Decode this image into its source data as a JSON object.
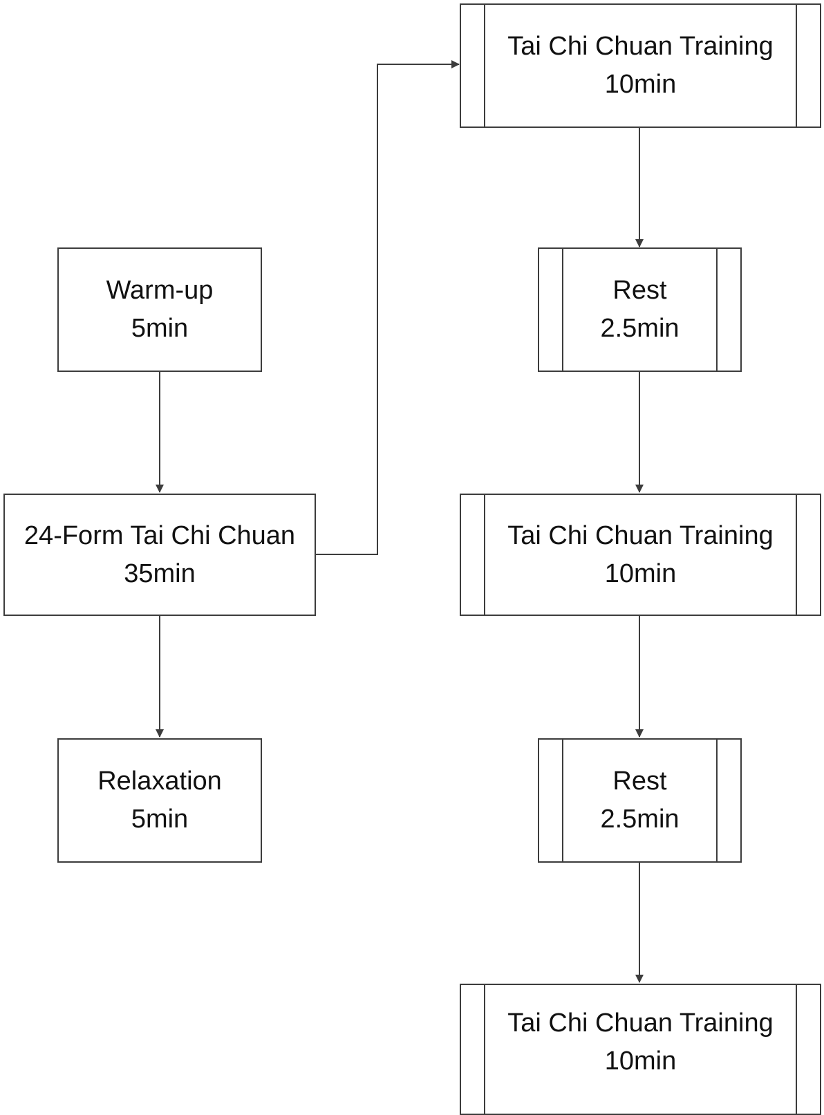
{
  "colors": {
    "stroke": "#3c3c3c",
    "text": "#111111",
    "background": "#ffffff"
  },
  "left_column": {
    "warmup": {
      "title": "Warm-up",
      "duration": "5min"
    },
    "form24": {
      "title": "24-Form Tai Chi Chuan",
      "duration": "35min"
    },
    "relaxation": {
      "title": "Relaxation",
      "duration": "5min"
    }
  },
  "right_column": {
    "training_1": {
      "title": "Tai Chi Chuan Training",
      "duration": "10min"
    },
    "rest_1": {
      "title": "Rest",
      "duration": "2.5min"
    },
    "training_2": {
      "title": "Tai Chi Chuan Training",
      "duration": "10min"
    },
    "rest_2": {
      "title": "Rest",
      "duration": "2.5min"
    },
    "training_3": {
      "title": "Tai Chi Chuan Training",
      "duration": "10min"
    }
  }
}
